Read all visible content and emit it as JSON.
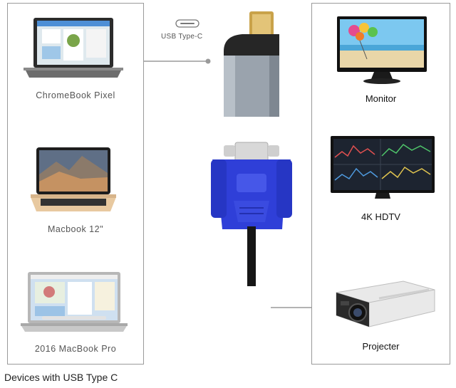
{
  "left_devices": [
    {
      "label": "ChromeBook Pixel",
      "icon": "laptop-chromebook-icon"
    },
    {
      "label": "Macbook 12\"",
      "icon": "laptop-macbook-icon"
    },
    {
      "label": "2016 MacBook Pro",
      "icon": "laptop-macbook-pro-icon"
    }
  ],
  "right_devices": [
    {
      "label": "Monitor",
      "icon": "monitor-icon"
    },
    {
      "label": "4K HDTV",
      "icon": "hdtv-icon"
    },
    {
      "label": "Projecter",
      "icon": "projector-icon"
    }
  ],
  "connector_label": "USB Type-C",
  "caption": "Devices with USB Type C",
  "colors": {
    "vga_blue": "#2f3fd8",
    "adapter_gray": "#9aa3ad",
    "usb_gold": "#c9a24a",
    "border": "#9a9a9a"
  }
}
